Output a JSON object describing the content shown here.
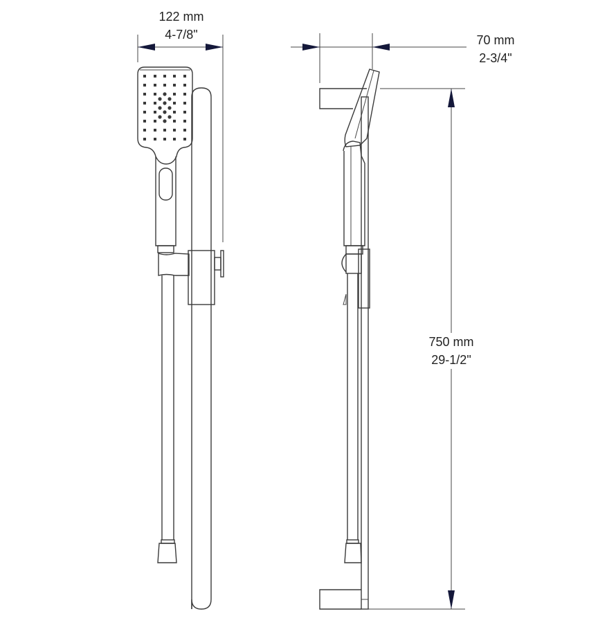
{
  "dimensions": {
    "width": {
      "metric": "122 mm",
      "imperial": "4-7/8\""
    },
    "depth": {
      "metric": "70 mm",
      "imperial": "2-3/4\""
    },
    "height": {
      "metric": "750 mm",
      "imperial": "29-1/2\""
    }
  },
  "colors": {
    "line": "#3a3a3a",
    "arrow": "#14183a"
  }
}
